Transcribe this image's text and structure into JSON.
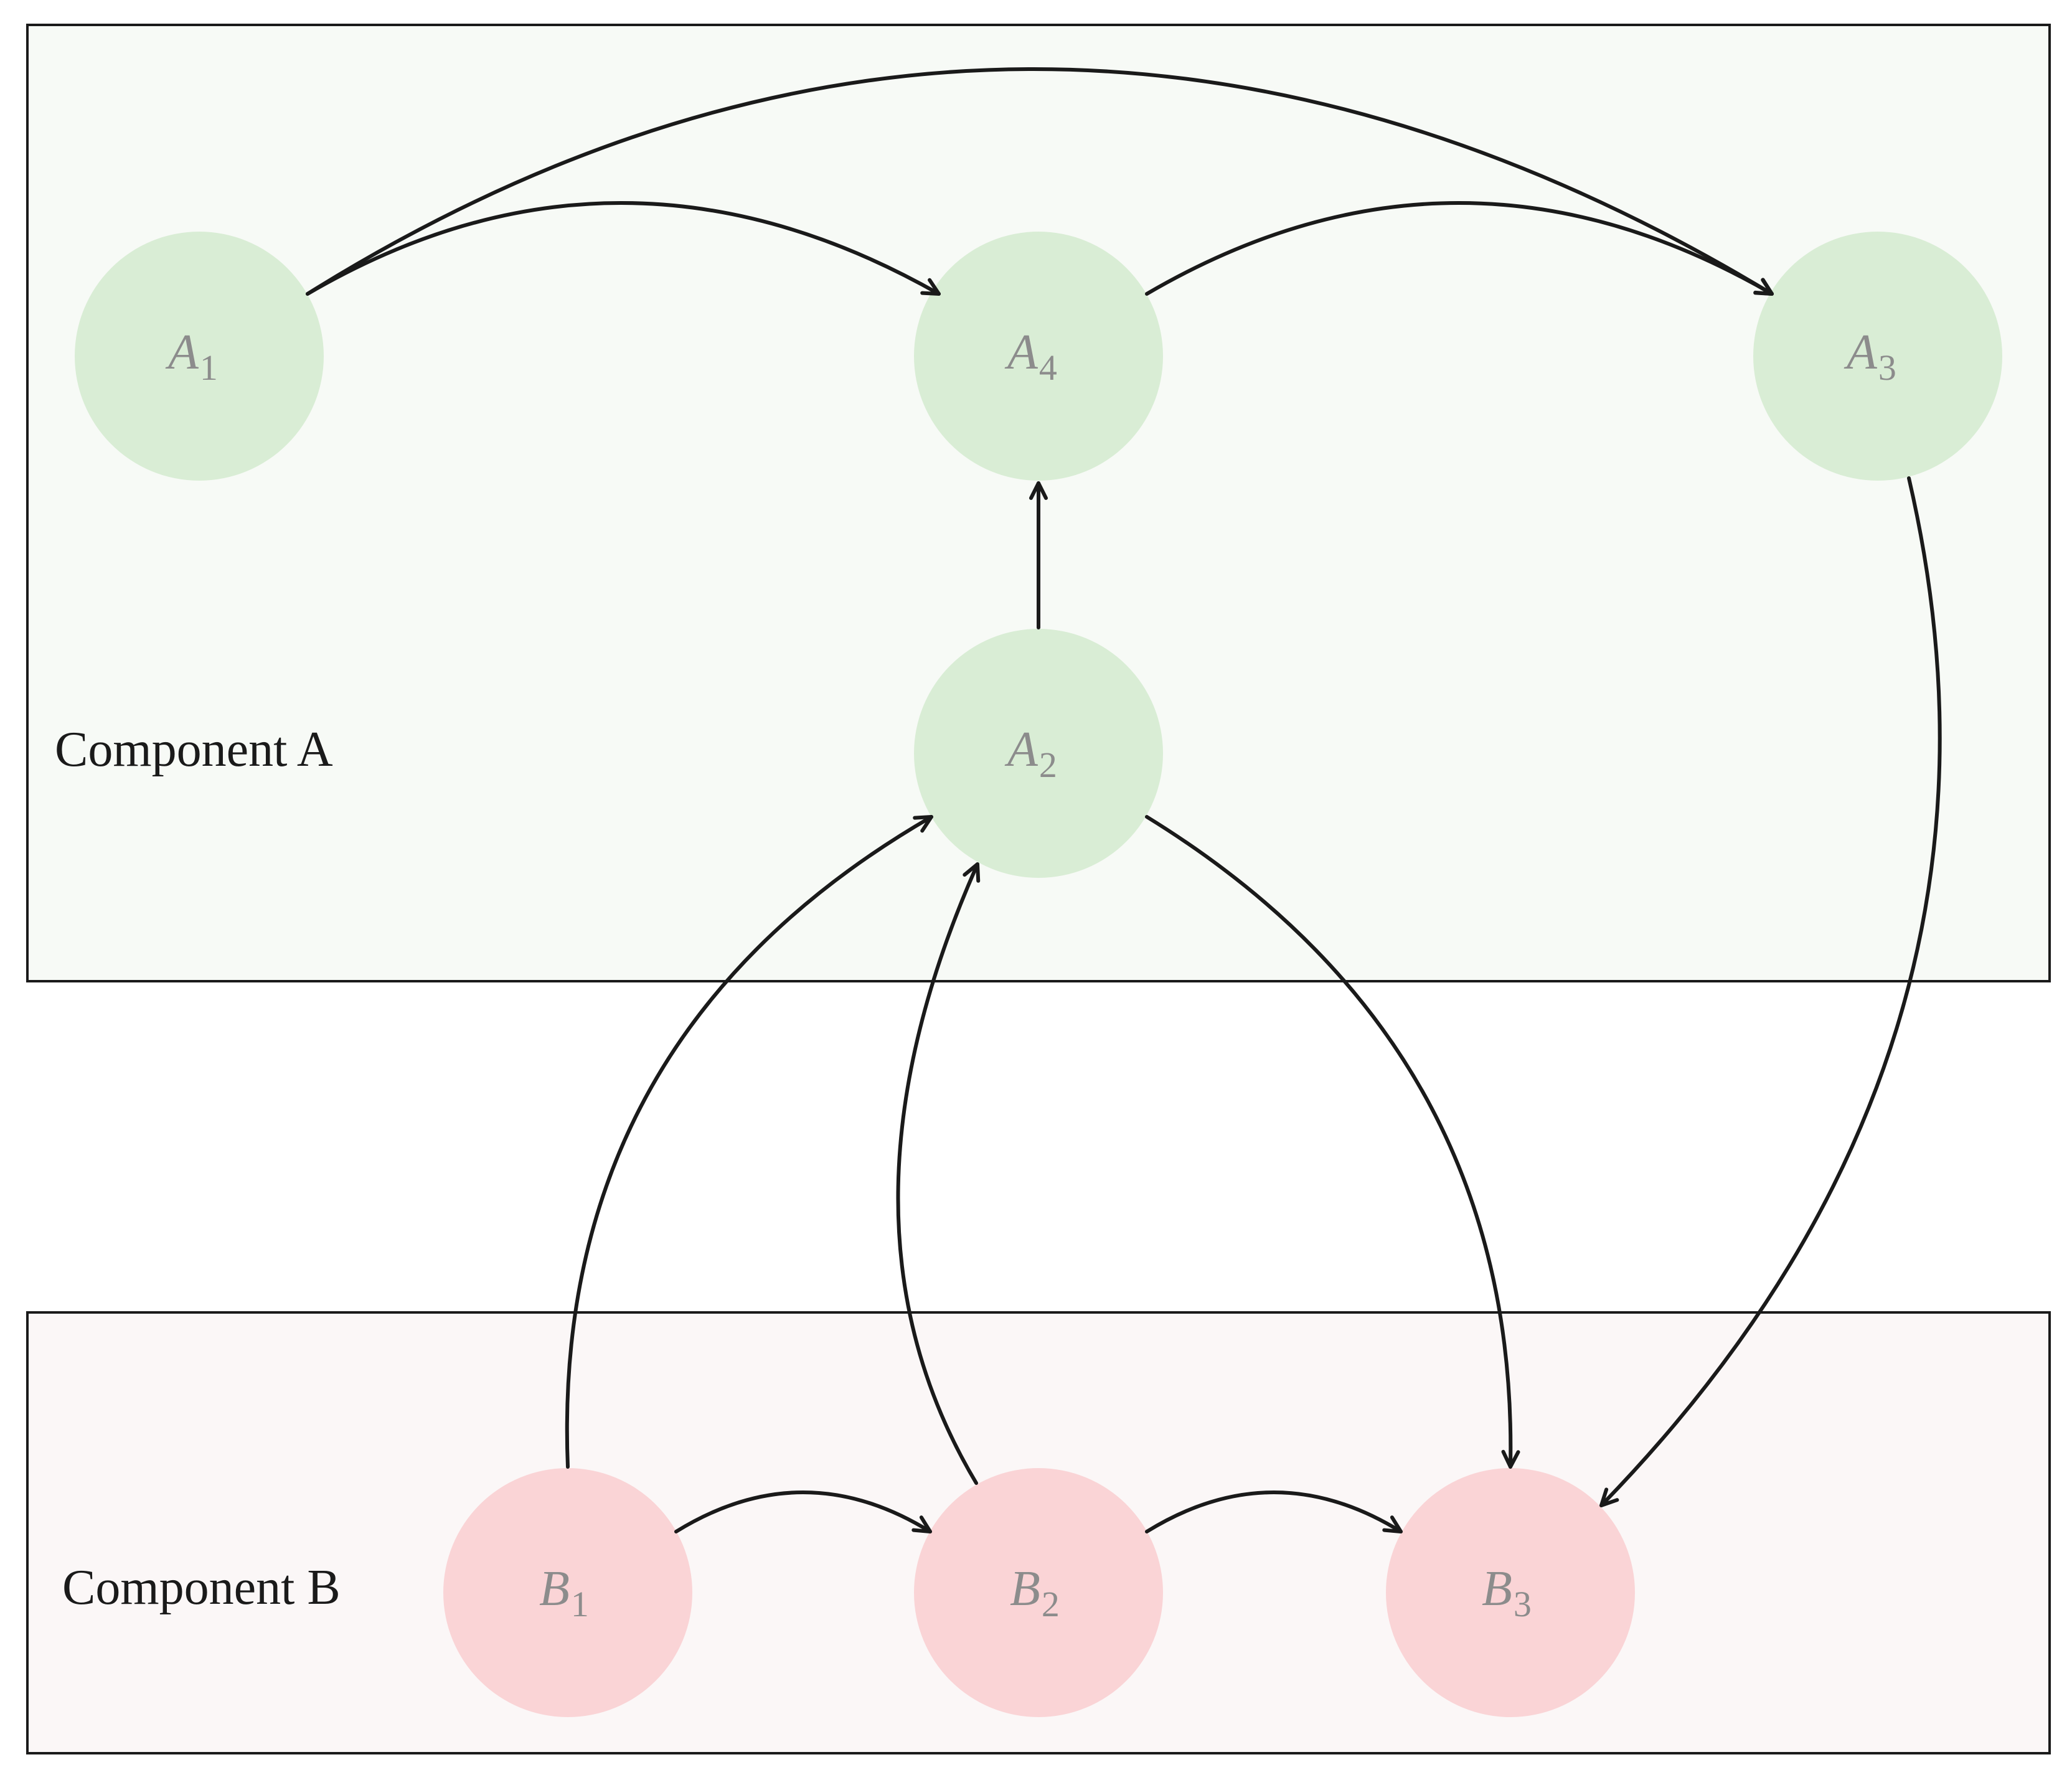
{
  "components": [
    {
      "id": "A",
      "label": "Component A",
      "fill": "#f7faf6",
      "node_fill": "#d9edd5"
    },
    {
      "id": "B",
      "label": "Component B",
      "fill": "#fbf7f7",
      "node_fill": "#fad4d6"
    }
  ],
  "nodes": [
    {
      "id": "A1",
      "letter": "A",
      "sub": "1",
      "component": "A"
    },
    {
      "id": "A4",
      "letter": "A",
      "sub": "4",
      "component": "A"
    },
    {
      "id": "A3",
      "letter": "A",
      "sub": "3",
      "component": "A"
    },
    {
      "id": "A2",
      "letter": "A",
      "sub": "2",
      "component": "A"
    },
    {
      "id": "B1",
      "letter": "B",
      "sub": "1",
      "component": "B"
    },
    {
      "id": "B2",
      "letter": "B",
      "sub": "2",
      "component": "B"
    },
    {
      "id": "B3",
      "letter": "B",
      "sub": "3",
      "component": "B"
    }
  ],
  "edges": [
    {
      "from": "A1",
      "to": "A4"
    },
    {
      "from": "A1",
      "to": "A3"
    },
    {
      "from": "A4",
      "to": "A3"
    },
    {
      "from": "A2",
      "to": "A4"
    },
    {
      "from": "A3",
      "to": "B3"
    },
    {
      "from": "A2",
      "to": "B3"
    },
    {
      "from": "B1",
      "to": "A2"
    },
    {
      "from": "B2",
      "to": "A2"
    },
    {
      "from": "B1",
      "to": "B2"
    },
    {
      "from": "B2",
      "to": "B3"
    }
  ],
  "colors": {
    "edge": "#1a1a1a",
    "node_text": "#8c8c8c",
    "border": "#1a1a1a"
  }
}
